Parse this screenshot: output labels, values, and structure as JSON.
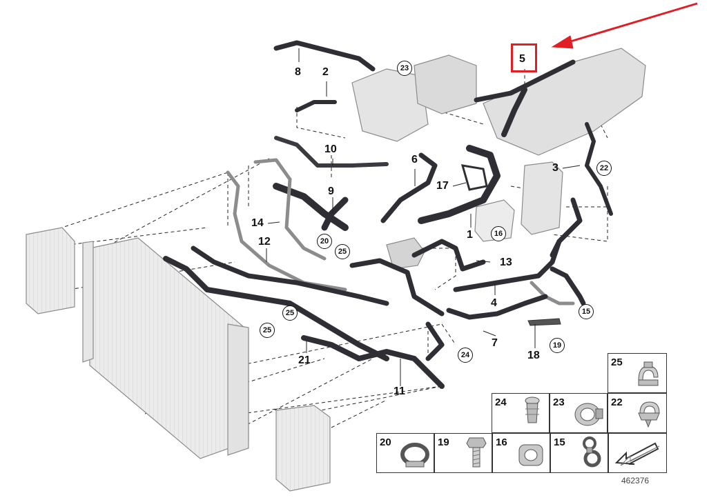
{
  "diagram": {
    "callouts": [
      {
        "id": "c8",
        "label": "8"
      },
      {
        "id": "c2",
        "label": "2"
      },
      {
        "id": "c23",
        "label": "23"
      },
      {
        "id": "c5",
        "label": "5"
      },
      {
        "id": "c10",
        "label": "10"
      },
      {
        "id": "c6",
        "label": "6"
      },
      {
        "id": "c17",
        "label": "17"
      },
      {
        "id": "c3",
        "label": "3"
      },
      {
        "id": "c22",
        "label": "22"
      },
      {
        "id": "c9",
        "label": "9"
      },
      {
        "id": "c14",
        "label": "14"
      },
      {
        "id": "c1",
        "label": "1"
      },
      {
        "id": "c16",
        "label": "16"
      },
      {
        "id": "c12",
        "label": "12"
      },
      {
        "id": "c20",
        "label": "20"
      },
      {
        "id": "c25a",
        "label": "25"
      },
      {
        "id": "c13",
        "label": "13"
      },
      {
        "id": "c4",
        "label": "4"
      },
      {
        "id": "c15",
        "label": "15"
      },
      {
        "id": "c25b",
        "label": "25"
      },
      {
        "id": "c25c",
        "label": "25"
      },
      {
        "id": "c7",
        "label": "7"
      },
      {
        "id": "c18",
        "label": "18"
      },
      {
        "id": "c19",
        "label": "19"
      },
      {
        "id": "c24",
        "label": "24"
      },
      {
        "id": "c21",
        "label": "21"
      },
      {
        "id": "c11",
        "label": "11"
      }
    ],
    "legend": [
      {
        "label": "25",
        "icon": "clamp-25-icon"
      },
      {
        "label": "24",
        "icon": "push-rivet-icon"
      },
      {
        "label": "23",
        "icon": "hose-clamp-icon"
      },
      {
        "label": "22",
        "icon": "clip-holder-icon"
      },
      {
        "label": "20",
        "icon": "band-clamp-icon"
      },
      {
        "label": "19",
        "icon": "bolt-icon"
      },
      {
        "label": "16",
        "icon": "grommet-icon"
      },
      {
        "label": "15",
        "icon": "bracket-clip-icon"
      },
      {
        "label": "",
        "icon": "arrow-indicator-icon"
      }
    ],
    "doc_number": "462376",
    "colors": {
      "highlight": "#e01e24",
      "hose": "#2e2e34",
      "part": "#d9d9d9",
      "outline": "#8a8a8a"
    }
  }
}
